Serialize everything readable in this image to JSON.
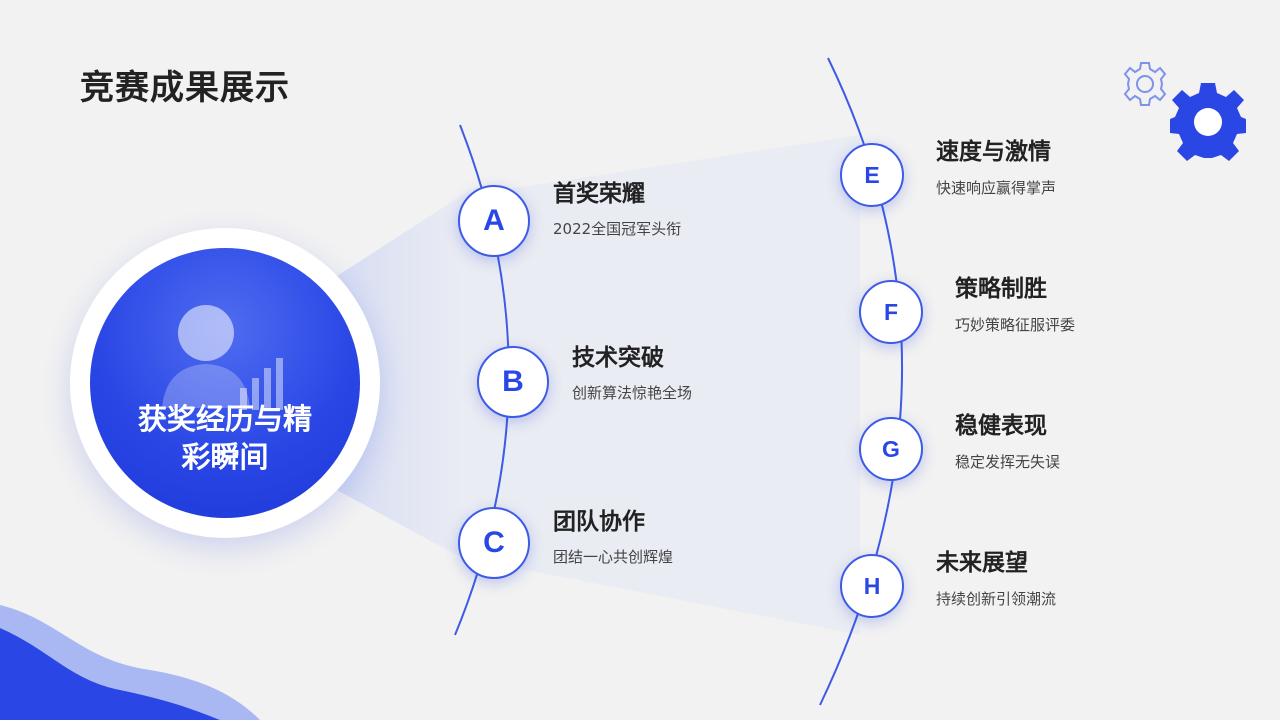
{
  "page": {
    "title": "竞赛成果展示"
  },
  "hub": {
    "title_line1": "获奖经历与精",
    "title_line2": "彩瞬间",
    "icon": "person-chart-icon"
  },
  "left_items": [
    {
      "letter": "A",
      "title": "首奖荣耀",
      "desc": "2022全国冠军头衔"
    },
    {
      "letter": "B",
      "title": "技术突破",
      "desc": "创新算法惊艳全场"
    },
    {
      "letter": "C",
      "title": "团队协作",
      "desc": "团结一心共创辉煌"
    }
  ],
  "right_items": [
    {
      "letter": "E",
      "title": "速度与激情",
      "desc": "快速响应赢得掌声"
    },
    {
      "letter": "F",
      "title": "策略制胜",
      "desc": "巧妙策略征服评委"
    },
    {
      "letter": "G",
      "title": "稳健表现",
      "desc": "稳定发挥无失误"
    },
    {
      "letter": "H",
      "title": "未来展望",
      "desc": "持续创新引领潮流"
    }
  ],
  "decor": {
    "icons": [
      "gear-outline-icon",
      "gear-solid-icon",
      "wave-decoration"
    ]
  },
  "colors": {
    "accent": "#2a47e6",
    "background": "#f2f2f2",
    "text": "#222222"
  }
}
